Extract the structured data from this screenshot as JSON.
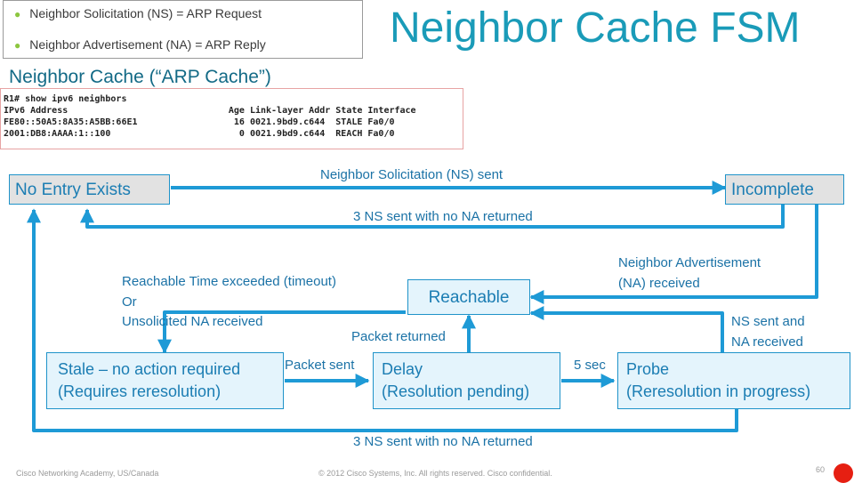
{
  "legend": {
    "items": [
      "Neighbor Solicitation (NS) = ARP Request",
      "Neighbor Advertisement (NA) = ARP Reply"
    ]
  },
  "title": "Neighbor Cache FSM",
  "subtitle": "Neighbor Cache (“ARP Cache”)",
  "cli": {
    "lines": [
      "R1# show ipv6 neighbors",
      "IPv6 Address                              Age Link-layer Addr State Interface",
      "FE80::50A5:8A35:A5BB:66E1                  16 0021.9bd9.c644  STALE Fa0/0",
      "2001:DB8:AAAA:1::100                        0 0021.9bd9.c644  REACH Fa0/0"
    ]
  },
  "states": {
    "no_entry": "No Entry Exists",
    "incomplete": "Incomplete",
    "reachable": "Reachable",
    "stale_1": "Stale – no action required",
    "stale_2": "(Requires reresolution)",
    "delay_1": "Delay",
    "delay_2": "(Resolution pending)",
    "probe_1": "Probe",
    "probe_2": "(Reresolution in progress)"
  },
  "transitions": {
    "ns_sent": "Neighbor Solicitation (NS) sent",
    "three_ns_top": "3 NS sent with no NA returned",
    "na_received_1": "Neighbor Advertisement",
    "na_received_2": "(NA) received",
    "timeout_1": "Reachable Time exceeded (timeout)",
    "timeout_2": "Or",
    "timeout_3": "Unsolicited NA received",
    "packet_returned": "Packet returned",
    "ns_na_1": "NS sent and",
    "ns_na_2": "NA received",
    "packet_sent": "Packet sent",
    "five_sec": "5 sec",
    "three_ns_bottom": "3 NS sent with no NA returned"
  },
  "footer": {
    "left": "Cisco Networking Academy, US/Canada",
    "center": "© 2012 Cisco Systems, Inc. All rights reserved. Cisco confidential.",
    "page": "60"
  },
  "colors": {
    "arrow": "#1e9ad6",
    "title": "#1a9bb8",
    "state_text": "#1b7db3",
    "bullet": "#8cc63f",
    "badge": "#e61f12"
  }
}
